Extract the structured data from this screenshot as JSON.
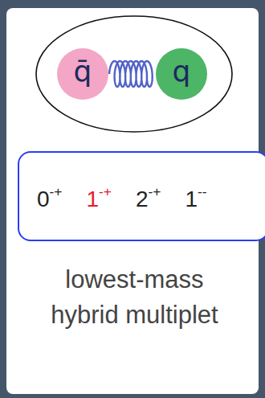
{
  "diagram": {
    "nodes": [
      {
        "text": [
          "q̄"
        ]
      },
      {
        "text": [
          "q"
        ]
      },
      {
        "text": [
          "0-+",
          "1-+",
          "2-+",
          "1--"
        ]
      }
    ],
    "edges": [
      {
        "from": 0,
        "to": 1,
        "arrow": "none"
      }
    ],
    "labels": [
      "lowest-mass hybrid multiplet"
    ]
  }
}
